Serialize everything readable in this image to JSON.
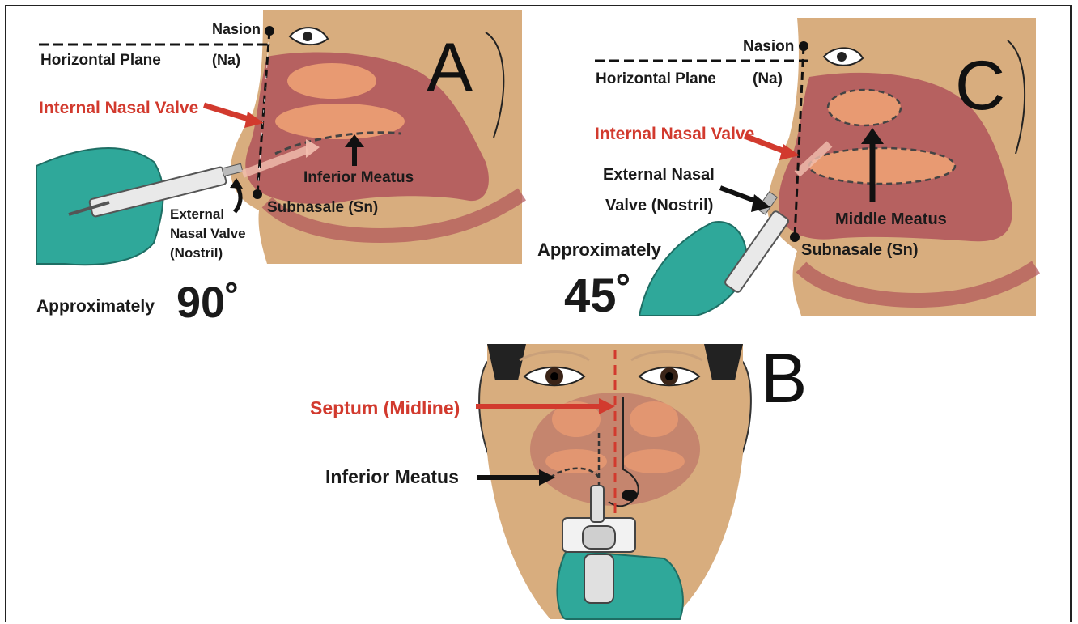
{
  "panel_a": {
    "letter": "A",
    "nasion": "Nasion",
    "na": "(Na)",
    "horizontal_plane": "Horizontal Plane",
    "internal_nasal_valve": "Internal Nasal Valve",
    "inferior_meatus": "Inferior Meatus",
    "subnasale": "Subnasale (Sn)",
    "external_line1": "External",
    "external_line2": "Nasal Valve",
    "external_line3": "(Nostril)",
    "approx": "Approximately",
    "angle": "90˚"
  },
  "panel_c": {
    "letter": "C",
    "nasion": "Nasion",
    "na": "(Na)",
    "horizontal_plane": "Horizontal Plane",
    "internal_nasal_valve": "Internal Nasal Valve",
    "external_line1": "External Nasal",
    "external_line2": "Valve (Nostril)",
    "middle_meatus": "Middle Meatus",
    "subnasale": "Subnasale (Sn)",
    "approx": "Approximately",
    "angle": "45˚"
  },
  "panel_b": {
    "letter": "B",
    "septum": "Septum (Midline)",
    "inferior_meatus": "Inferior Meatus"
  },
  "colors": {
    "skin": "#d8ad7e",
    "nasal_cavity": "#b0545a",
    "turbinate": "#e89a72",
    "glove": "#2fa89a",
    "red_label": "#d23a2e"
  }
}
